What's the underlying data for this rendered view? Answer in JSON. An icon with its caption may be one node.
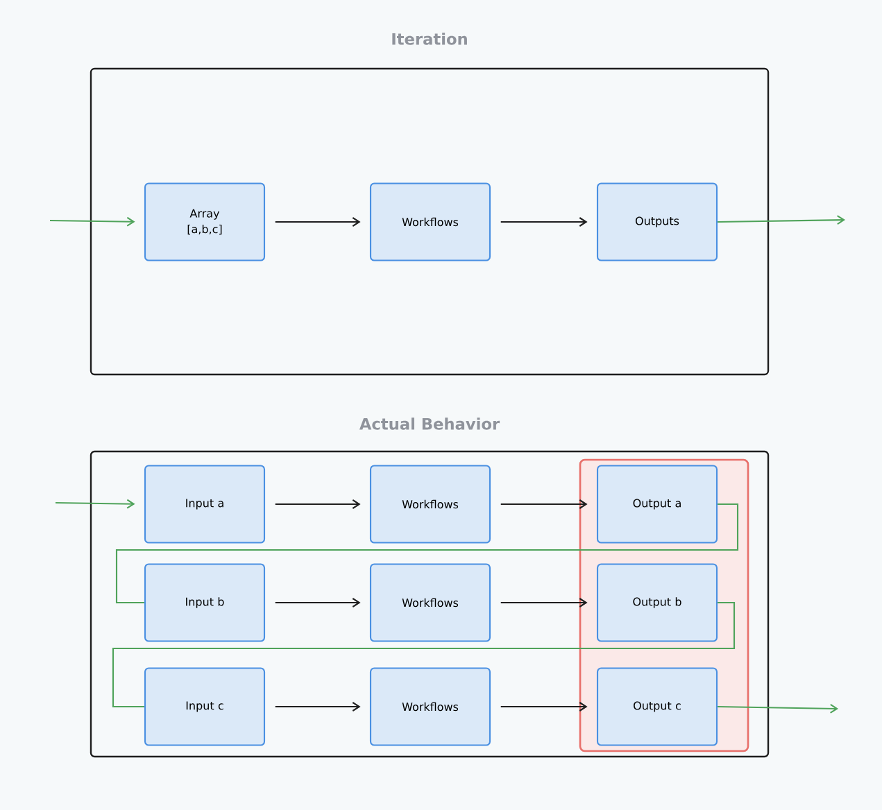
{
  "diagram": {
    "nodes": [
      {
        "text": [
          "Iteration"
        ]
      },
      {
        "text": [
          "Array [a,b,c]"
        ],
        "in": 0
      },
      {
        "text": [
          "Workflows"
        ],
        "in": 0
      },
      {
        "text": [
          "Outputs"
        ],
        "in": 0
      },
      {
        "text": [
          "Actual Behavior"
        ]
      },
      {
        "text": [
          "Input a"
        ],
        "in": 4
      },
      {
        "text": [
          "Workflows"
        ],
        "in": 4
      },
      {
        "text": [],
        "shape": "box",
        "in": 4
      },
      {
        "text": [
          "Output a"
        ],
        "in": 7
      },
      {
        "text": [
          "Input b"
        ],
        "in": 4
      },
      {
        "text": [
          "Workflows"
        ],
        "in": 4
      },
      {
        "text": [
          "Output b"
        ],
        "in": 7
      },
      {
        "text": [
          "Input c"
        ],
        "in": 4
      },
      {
        "text": [
          "Workflows"
        ],
        "in": 4
      },
      {
        "text": [
          "Output c"
        ],
        "in": 7
      }
    ],
    "edges": [
      {
        "from": null,
        "to": 1,
        "arrow": "to",
        "color": "#4fa35a"
      },
      {
        "from": 1,
        "to": 2,
        "arrow": "to"
      },
      {
        "from": 2,
        "to": 3,
        "arrow": "to"
      },
      {
        "from": 3,
        "to": null,
        "arrow": "to",
        "color": "#4fa35a"
      },
      {
        "from": null,
        "to": 5,
        "arrow": "to",
        "color": "#4fa35a"
      },
      {
        "from": 5,
        "to": 6,
        "arrow": "to"
      },
      {
        "from": 6,
        "to": 8,
        "arrow": "to"
      },
      {
        "from": 8,
        "to": 9,
        "arrow": "none",
        "color": "#4fa35a"
      },
      {
        "from": 9,
        "to": 10,
        "arrow": "to"
      },
      {
        "from": 10,
        "to": 11,
        "arrow": "to"
      },
      {
        "from": 11,
        "to": 12,
        "arrow": "none",
        "color": "#4fa35a"
      },
      {
        "from": 12,
        "to": 13,
        "arrow": "to"
      },
      {
        "from": 13,
        "to": 14,
        "arrow": "to"
      },
      {
        "from": 14,
        "to": null,
        "arrow": "to",
        "color": "#4fa35a"
      }
    ]
  }
}
